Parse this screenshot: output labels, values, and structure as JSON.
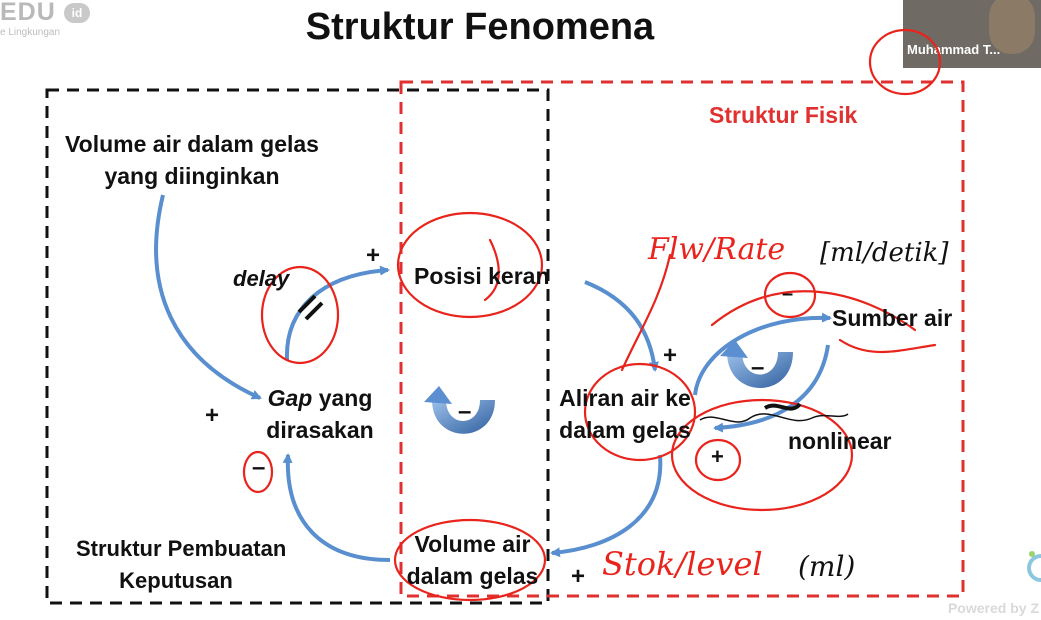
{
  "header": {
    "title": "Struktur Fenomena",
    "logo_text": "EDU",
    "logo_badge": "id",
    "logo_subtitle": "e Lingkungan"
  },
  "video": {
    "participant_name": "Muhammad T..."
  },
  "footer": {
    "powered_by": "Powered by Z"
  },
  "diagram": {
    "regions": {
      "physical_label": "Struktur Fisik",
      "decision_label": "Struktur Pembuatan Keputusan",
      "decision_line1": "Struktur Pembuatan",
      "decision_line2": "Keputusan"
    },
    "nodes": {
      "desired_volume_line1": "Volume air dalam gelas",
      "desired_volume_line2": "yang diinginkan",
      "gap_word": "Gap",
      "gap_line1_rest": " yang",
      "gap_line2": "dirasakan",
      "tap_position": "Posisi keran",
      "flow_line1": "Aliran air ke",
      "flow_line2": "dalam gelas",
      "volume_line1": "Volume air",
      "volume_line2": "dalam gelas",
      "source": "Sumber air",
      "nonlinear": "nonlinear"
    },
    "link_labels": {
      "delay": "delay",
      "plus": "+",
      "minus": "–"
    },
    "annotations": {
      "flow_rate": "Flw/Rate",
      "flow_unit": "[ml/detik]",
      "stock_level": "Stok/level",
      "stock_unit": "(ml)"
    },
    "colors": {
      "arrow": "#5a8fcf",
      "red_box": "#e03030",
      "black_box": "#111111",
      "ink": "#e8241c",
      "loop_icon": "#5b8fd1"
    }
  }
}
